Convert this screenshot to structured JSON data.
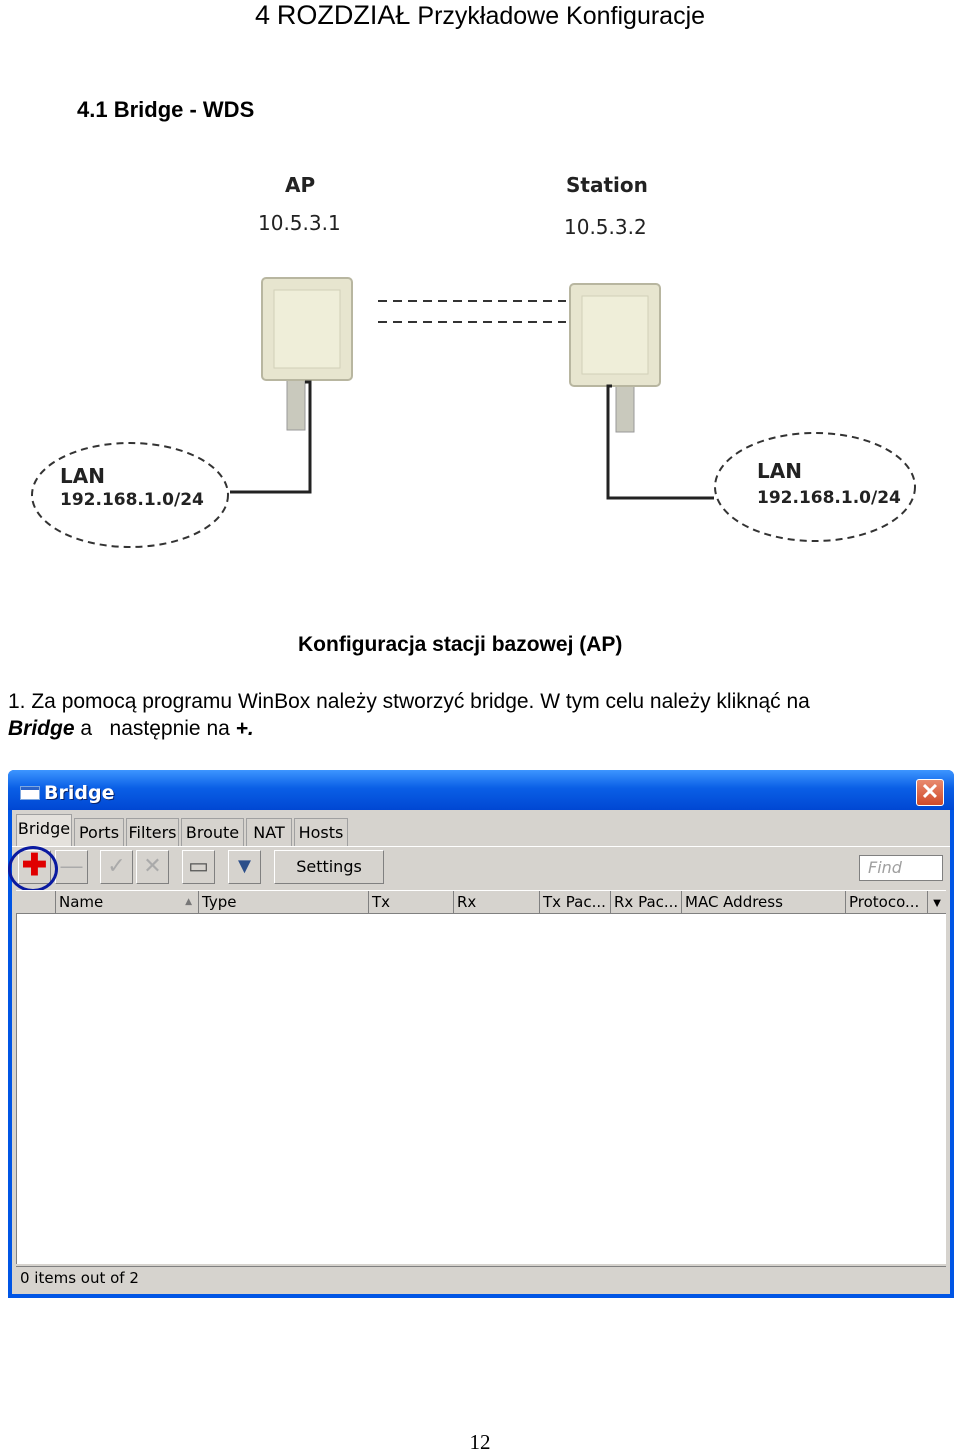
{
  "document": {
    "chapter_number": "4",
    "chapter_word": "ROZDZIAŁ",
    "chapter_title": "Przykładowe Konfiguracje",
    "section_title": "4.1 Bridge - WDS",
    "subheading": "Konfiguracja stacji bazowej (AP)",
    "instruction_text": "1. Za pomocą programu WinBox  należy stworzyć  bridge. W tym celu należy kliknąć na",
    "instruction_bold": "Bridge",
    "instruction_rest": " a   następnie na ",
    "instruction_plus": "+.",
    "page_number": "12"
  },
  "diagram": {
    "ap_label": "AP",
    "ap_ip": "10.5.3.1",
    "station_label": "Station",
    "station_ip": "10.5.3.2",
    "lan_left_label": "LAN",
    "lan_left_net": "192.168.1.0/24",
    "lan_right_label": "LAN",
    "lan_right_net": "192.168.1.0/24"
  },
  "winbox": {
    "title": "Bridge",
    "close_glyph": "✕",
    "tabs": [
      {
        "label": "Bridge",
        "active": true
      },
      {
        "label": "Ports"
      },
      {
        "label": "Filters"
      },
      {
        "label": "Broute"
      },
      {
        "label": "NAT"
      },
      {
        "label": "Hosts"
      }
    ],
    "toolbar": {
      "add_glyph": "✚",
      "remove_glyph": "—",
      "enable_glyph": "✓",
      "disable_glyph": "✕",
      "comment_glyph": "▭",
      "filter_glyph": "▼",
      "settings_label": "Settings",
      "find_placeholder": "Find",
      "icons": [
        "plus-icon",
        "minus-icon",
        "check-icon",
        "cross-icon",
        "comment-icon",
        "filter-icon"
      ]
    },
    "columns": [
      "Name",
      "Type",
      "Tx",
      "Rx",
      "Tx Pac...",
      "Rx Pac...",
      "MAC Address",
      "Protoco..."
    ],
    "sort_glyph": "▲",
    "column_menu_glyph": "▼",
    "status": "0 items out of 2",
    "colors": {
      "title_bar": "#0a5fe6",
      "add_icon": "#e00000",
      "highlight_ring": "#0a1aa0"
    }
  }
}
